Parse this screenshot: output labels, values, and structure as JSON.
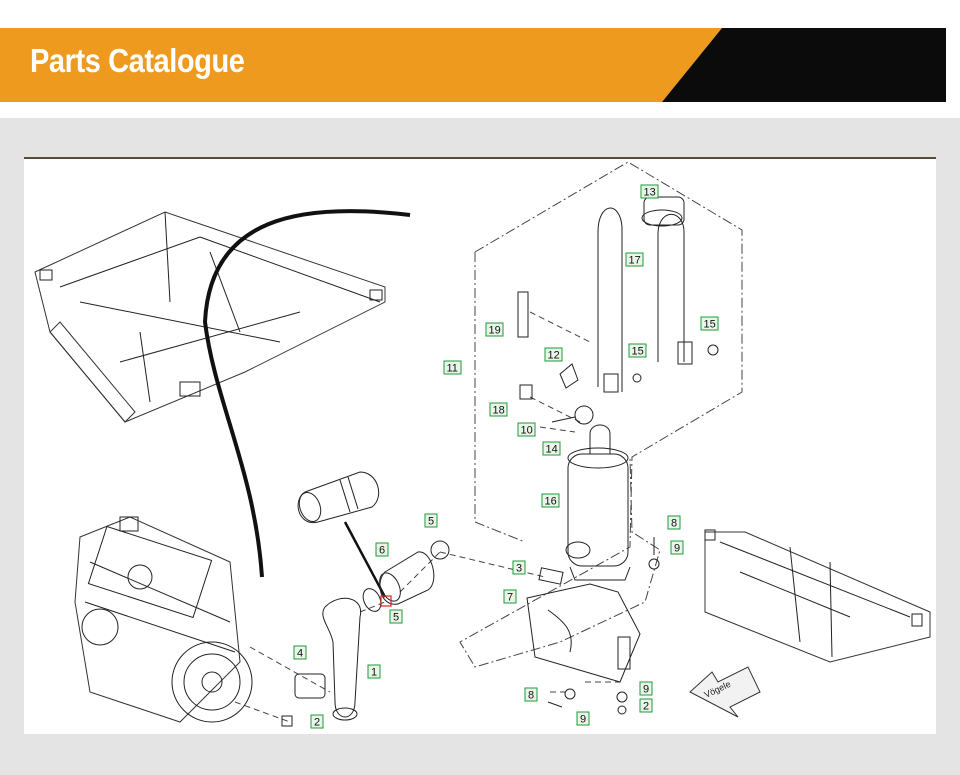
{
  "header": {
    "title": "Parts Catalogue",
    "colors": {
      "orange": "#ee9a1f",
      "black": "#0b0b0b",
      "frame_gray": "#e4e4e4"
    }
  },
  "diagram": {
    "brand_arrow_label": "Vögele",
    "callout_color": "#1d9a3a",
    "highlight_color": "#e02020",
    "callouts": [
      {
        "id": "c13",
        "label": "13"
      },
      {
        "id": "c17",
        "label": "17"
      },
      {
        "id": "c19",
        "label": "19"
      },
      {
        "id": "c15a",
        "label": "15"
      },
      {
        "id": "c12",
        "label": "12"
      },
      {
        "id": "c15b",
        "label": "15"
      },
      {
        "id": "c11",
        "label": "11"
      },
      {
        "id": "c18",
        "label": "18"
      },
      {
        "id": "c10",
        "label": "10"
      },
      {
        "id": "c14",
        "label": "14"
      },
      {
        "id": "c16",
        "label": "16"
      },
      {
        "id": "c5a",
        "label": "5"
      },
      {
        "id": "c6",
        "label": "6"
      },
      {
        "id": "c8a",
        "label": "8"
      },
      {
        "id": "c9a",
        "label": "9"
      },
      {
        "id": "c3",
        "label": "3"
      },
      {
        "id": "c7",
        "label": "7"
      },
      {
        "id": "c5b",
        "label": "5"
      },
      {
        "id": "c4",
        "label": "4"
      },
      {
        "id": "c1",
        "label": "1"
      },
      {
        "id": "c2a",
        "label": "2"
      },
      {
        "id": "c8b",
        "label": "8"
      },
      {
        "id": "c9b",
        "label": "9"
      },
      {
        "id": "c9c",
        "label": "9"
      },
      {
        "id": "c2b",
        "label": "2"
      }
    ]
  }
}
